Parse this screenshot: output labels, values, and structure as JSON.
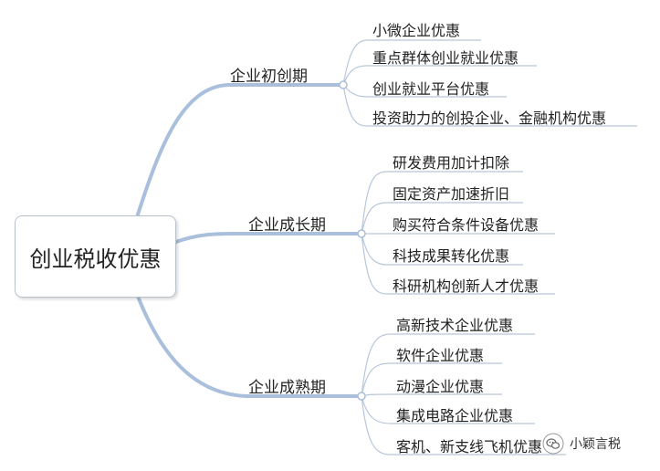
{
  "root": {
    "label": "创业税收优惠"
  },
  "branches": [
    {
      "label": "企业初创期",
      "leaves": [
        "小微企业优惠",
        "重点群体创业就业优惠",
        "创业就业平台优惠",
        "投资助力的创投企业、金融机构优惠"
      ]
    },
    {
      "label": "企业成长期",
      "leaves": [
        "研发费用加计扣除",
        "固定资产加速折旧",
        "购买符合条件设备优惠",
        "科技成果转化优惠",
        "科研机构创新人才优惠"
      ]
    },
    {
      "label": "企业成熟期",
      "leaves": [
        "高新技术企业优惠",
        "软件企业优惠",
        "动漫企业优惠",
        "集成电路企业优惠",
        "客机、新支线飞机优惠"
      ]
    }
  ],
  "watermark": {
    "text": "小颖言税",
    "icon": "wechat-icon"
  },
  "colors": {
    "branch_line": "#a9bfdc",
    "leaf_line": "#b7c7db",
    "text": "#222222"
  }
}
